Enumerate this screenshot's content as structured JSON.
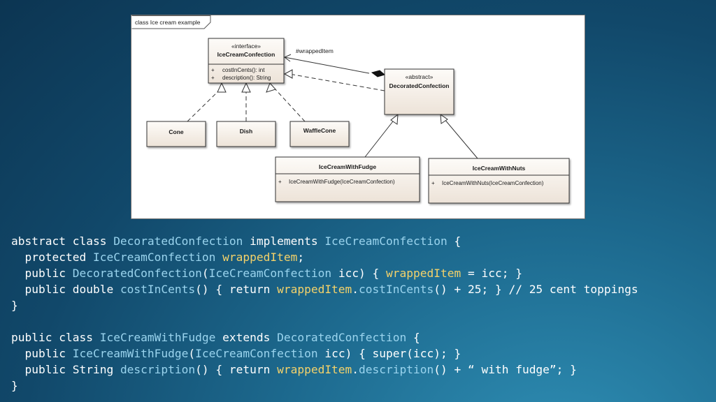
{
  "diagram": {
    "frame_label": "class Ice cream example",
    "association_label": "#wrappedItem",
    "classes": {
      "interface": {
        "stereotype": "«interface»",
        "name": "IceCreamConfection",
        "members": [
          {
            "visibility": "+",
            "text": "costInCents(): int"
          },
          {
            "visibility": "+",
            "text": "description(): String"
          }
        ]
      },
      "abstract": {
        "stereotype": "«abstract»",
        "name": "DecoratedConfection"
      },
      "cone": {
        "name": "Cone"
      },
      "dish": {
        "name": "Dish"
      },
      "waffle": {
        "name": "WaffleCone"
      },
      "fudge": {
        "name": "IceCreamWithFudge",
        "members": [
          {
            "visibility": "+",
            "text": "IceCreamWithFudge(IceCreamConfection)"
          }
        ]
      },
      "nuts": {
        "name": "IceCreamWithNuts",
        "members": [
          {
            "visibility": "+",
            "text": "IceCreamWithNuts(IceCreamConfection)"
          }
        ]
      }
    }
  },
  "code": {
    "blocks": [
      {
        "lines": [
          {
            "tokens": [
              {
                "t": "abstract class ",
                "k": "kw"
              },
              {
                "t": "DecoratedConfection",
                "k": "ty"
              },
              {
                "t": " implements ",
                "k": "kw"
              },
              {
                "t": "IceCreamConfection",
                "k": "ty"
              },
              {
                "t": " {",
                "k": "kw"
              }
            ]
          },
          {
            "tokens": [
              {
                "t": "  protected ",
                "k": "kw"
              },
              {
                "t": "IceCreamConfection",
                "k": "ty"
              },
              {
                "t": " ",
                "k": "kw"
              },
              {
                "t": "wrappedItem",
                "k": "id"
              },
              {
                "t": ";",
                "k": "kw"
              }
            ]
          },
          {
            "tokens": [
              {
                "t": "  public ",
                "k": "kw"
              },
              {
                "t": "DecoratedConfection",
                "k": "ty"
              },
              {
                "t": "(",
                "k": "kw"
              },
              {
                "t": "IceCreamConfection",
                "k": "ty"
              },
              {
                "t": " icc) { ",
                "k": "kw"
              },
              {
                "t": "wrappedItem",
                "k": "id"
              },
              {
                "t": " = icc; }",
                "k": "kw"
              }
            ]
          },
          {
            "tokens": [
              {
                "t": "  public double ",
                "k": "kw"
              },
              {
                "t": "costInCents",
                "k": "ty"
              },
              {
                "t": "() { return ",
                "k": "kw"
              },
              {
                "t": "wrappedItem",
                "k": "id"
              },
              {
                "t": ".",
                "k": "kw"
              },
              {
                "t": "costInCents",
                "k": "ty"
              },
              {
                "t": "() + 25; } // 25 cent toppings",
                "k": "kw"
              }
            ]
          },
          {
            "tokens": [
              {
                "t": "}",
                "k": "kw"
              }
            ]
          }
        ]
      },
      {
        "lines": [
          {
            "tokens": [
              {
                "t": "public class ",
                "k": "kw"
              },
              {
                "t": "IceCreamWithFudge",
                "k": "ty"
              },
              {
                "t": " extends ",
                "k": "kw"
              },
              {
                "t": "DecoratedConfection",
                "k": "ty"
              },
              {
                "t": " {",
                "k": "kw"
              }
            ]
          },
          {
            "tokens": [
              {
                "t": "  public ",
                "k": "kw"
              },
              {
                "t": "IceCreamWithFudge",
                "k": "ty"
              },
              {
                "t": "(",
                "k": "kw"
              },
              {
                "t": "IceCreamConfection",
                "k": "ty"
              },
              {
                "t": " icc) { super(icc); }",
                "k": "kw"
              }
            ]
          },
          {
            "tokens": [
              {
                "t": "  public String ",
                "k": "kw"
              },
              {
                "t": "description",
                "k": "ty"
              },
              {
                "t": "() { return ",
                "k": "kw"
              },
              {
                "t": "wrappedItem",
                "k": "id"
              },
              {
                "t": ".",
                "k": "kw"
              },
              {
                "t": "description",
                "k": "ty"
              },
              {
                "t": "() + “ with fudge”; }",
                "k": "kw"
              }
            ]
          },
          {
            "tokens": [
              {
                "t": "}",
                "k": "kw"
              }
            ]
          }
        ]
      }
    ]
  },
  "colors": {
    "keyword": "#ffffff",
    "type": "#9ad4ee",
    "identifier": "#f4d26a"
  }
}
